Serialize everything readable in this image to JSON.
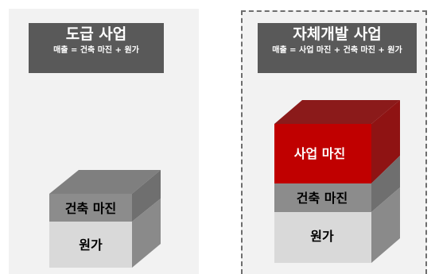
{
  "left": {
    "title": "도급 사업",
    "formula": "매출 = 건축 마진 + 원가",
    "layers": [
      "건축 마진",
      "원가"
    ]
  },
  "right": {
    "title": "자체개발 사업",
    "formula": "매출 = 사업 마진 + 건축 마진 + 원가",
    "layers": [
      "사업 마진",
      "건축 마진",
      "원가"
    ]
  },
  "colors": {
    "panel": "#f2f2f2",
    "title_box": "#595959",
    "cost": "#d9d9d9",
    "construction_margin": "#8c8c8c",
    "business_margin": "#c00000"
  }
}
